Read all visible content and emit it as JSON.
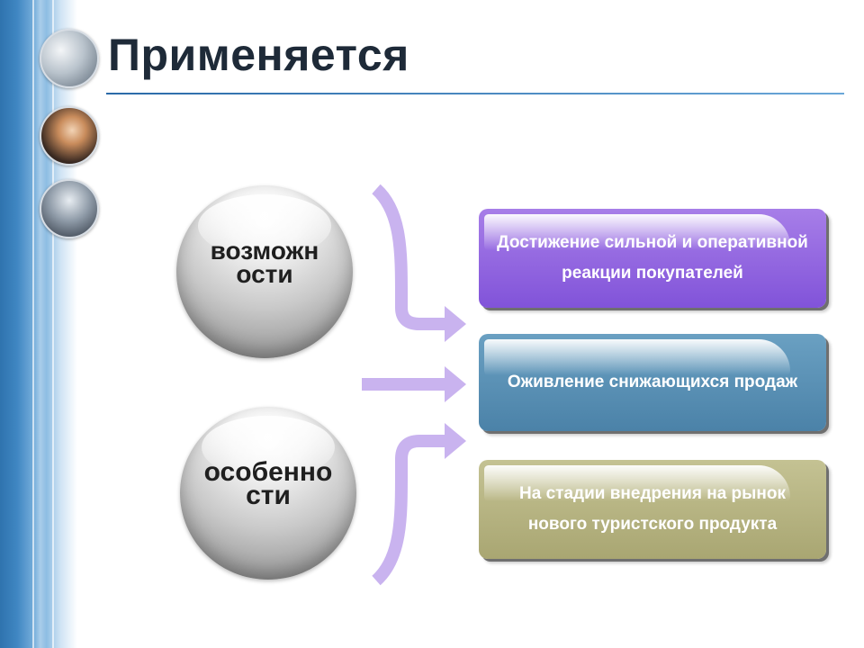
{
  "slide": {
    "title": "Применяется"
  },
  "sidebar": {
    "photos": [
      {
        "name": "office-equipment-photo"
      },
      {
        "name": "business-meeting-photo"
      },
      {
        "name": "walking-people-photo"
      }
    ]
  },
  "spheres": [
    {
      "label": "возможн\nости"
    },
    {
      "label": "особенно\nсти"
    }
  ],
  "boxes": [
    {
      "text": "Достижение сильной и оперативной реакции покупателей",
      "color": "#8a5ddc"
    },
    {
      "text": "Оживление снижающихся продаж",
      "color": "#5a8fb4"
    },
    {
      "text": "На стадии внедрения на рынок нового туристского продукта",
      "color": "#b6b380"
    }
  ],
  "colors": {
    "arrow": "#c9b3ef",
    "title": "#1e2a38",
    "rule": "#2a6aa8"
  }
}
